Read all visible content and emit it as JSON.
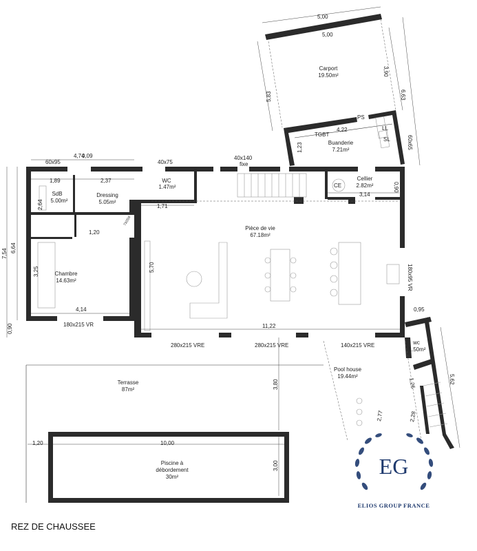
{
  "floor_title": "REZ DE CHAUSSEE",
  "logo": {
    "monogram": "EG",
    "company": "ELIOS GROUP FRANCE",
    "color": "#1f3a6e"
  },
  "rooms": {
    "carport": {
      "name": "Carport",
      "area": "19.50m²"
    },
    "buanderie": {
      "name": "Buanderie",
      "area": "7.21m²"
    },
    "sdb": {
      "name": "SdB",
      "area": "5.00m²"
    },
    "dressing": {
      "name": "Dressing",
      "area": "5.05m²"
    },
    "wc1": {
      "name": "WC",
      "area": "1.47m²"
    },
    "cellier": {
      "name": "Cellier",
      "area": "2.82m²"
    },
    "piece_de_vie": {
      "name": "Pièce de vie",
      "area": "67.18m²"
    },
    "chambre": {
      "name": "Chambre",
      "area": "14.63m²"
    },
    "wc2": {
      "name": "wc",
      "area": "1.50m²"
    },
    "pool_house": {
      "name": "Pool house",
      "area": "19.44m²"
    },
    "terrasse": {
      "name": "Terrasse",
      "area": "87m²"
    },
    "piscine": {
      "name": "Piscine à",
      "name2": "débordement",
      "area": "30m²"
    }
  },
  "fixtures": {
    "tgbt": "TGBT",
    "ps": "PS",
    "ll": "LL",
    "sl": "SL",
    "ce": "CE"
  },
  "dimensions": {
    "carport_top_outer": "5,00",
    "carport_top_inner": "5,00",
    "carport_right_inner": "3,90",
    "carport_right_outer": "6,63",
    "carport_left": "5,83",
    "buanderie_width": "4,22",
    "buanderie_depth": "1,23",
    "window_60x65": "60x65",
    "top_left_width": "4,74",
    "top_left_width2": "0,09",
    "window_60x95": "60x95",
    "window_40x75": "40x75",
    "window_40x140": "40x140",
    "fixe": "fixe",
    "sdb_width": "1,89",
    "dressing_width": "2,37",
    "sdb_depth": "2,64",
    "wc_width": "1,71",
    "dressing_depth": "1,20",
    "cellier_width": "3,14",
    "cellier_depth": "0,90",
    "left_outer": "7,54",
    "left_inner": "6,64",
    "chambre_depth": "3,25",
    "chambre_width": "4,14",
    "living_depth": "5,70",
    "bay_180x215": "180x215 VR",
    "living_width": "11,22",
    "window_180x95": "180x95 VR",
    "pool_house_gap": "0,95",
    "bottom_left": "0,90",
    "bay_280x215_a": "280x215 VRE",
    "bay_280x215_b": "280x215 VRE",
    "bay_140x215": "140x215 VRE",
    "terrasse_depth": "3,80",
    "pool_house_depth": "5,62",
    "pool_house_inner": "1,26",
    "pool_house_a": "2,77",
    "pool_house_b": "2,28",
    "pool_width": "10,00",
    "pool_margin": "1,20",
    "pool_depth": "3,00",
    "door_width": "73/204"
  }
}
